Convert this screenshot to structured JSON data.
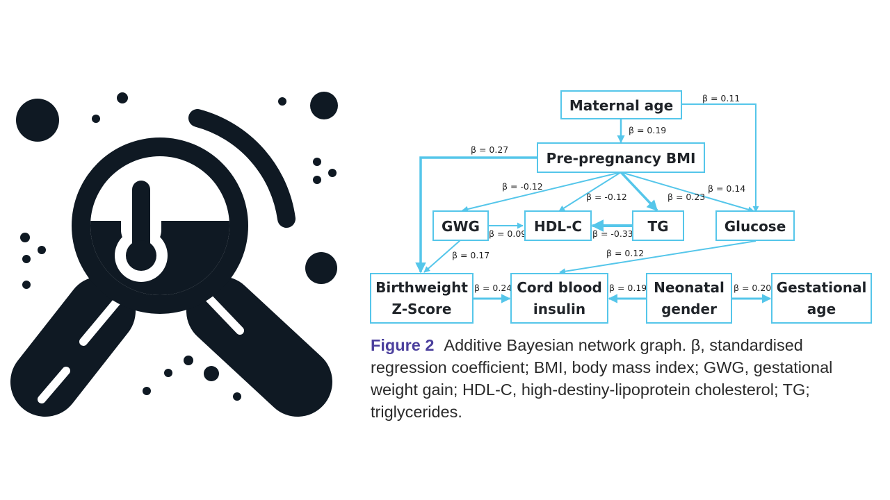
{
  "icon": {
    "name": "magnifier-with-thermometer-icon"
  },
  "colors": {
    "edge": "#55c6ea",
    "node_text": "#1f2328",
    "figure_label": "#4b3f9d",
    "icon": "#0f1923"
  },
  "diagram": {
    "nodes": {
      "maternal_age": [
        "Maternal age"
      ],
      "pre_pregnancy_bmi": [
        "Pre-pregnancy BMI"
      ],
      "gwg": [
        "GWG"
      ],
      "hdl_c": [
        "HDL-C"
      ],
      "tg": [
        "TG"
      ],
      "glucose": [
        "Glucose"
      ],
      "birthweight": [
        "Birthweight",
        "Z-Score"
      ],
      "cord_blood_insulin": [
        "Cord blood",
        "insulin"
      ],
      "neonatal_gender": [
        "Neonatal",
        "gender"
      ],
      "gestational_age": [
        "Gestational",
        "age"
      ]
    },
    "edges": [
      {
        "id": "maternal_age-bmi",
        "from": "Maternal age",
        "to": "Pre-pregnancy BMI",
        "label": "β = 0.19"
      },
      {
        "id": "maternal_age-glucose",
        "from": "Maternal age",
        "to": "Glucose",
        "label": "β = 0.11"
      },
      {
        "id": "bmi-birthweight",
        "from": "Pre-pregnancy BMI",
        "to": "Birthweight Z-Score",
        "label": "β = 0.27"
      },
      {
        "id": "bmi-gwg",
        "from": "Pre-pregnancy BMI",
        "to": "GWG",
        "label": "β = -0.12"
      },
      {
        "id": "bmi-hdl",
        "from": "Pre-pregnancy BMI",
        "to": "HDL-C",
        "label": "β = -0.12"
      },
      {
        "id": "bmi-tg",
        "from": "Pre-pregnancy BMI",
        "to": "TG",
        "label": "β = 0.23"
      },
      {
        "id": "bmi-glucose",
        "from": "Pre-pregnancy BMI",
        "to": "Glucose",
        "label": "β = 0.14"
      },
      {
        "id": "gwg-hdl",
        "from": "GWG",
        "to": "HDL-C",
        "label": "β = 0.09"
      },
      {
        "id": "tg-hdl",
        "from": "TG",
        "to": "HDL-C",
        "label": "β = -0.33"
      },
      {
        "id": "gwg-birthweight",
        "from": "GWG",
        "to": "Birthweight Z-Score",
        "label": "β = 0.17"
      },
      {
        "id": "glucose-insulin",
        "from": "Glucose",
        "to": "Cord blood insulin",
        "label": "β = 0.12"
      },
      {
        "id": "birthweight-insulin",
        "from": "Birthweight Z-Score",
        "to": "Cord blood insulin",
        "label": "β = 0.24"
      },
      {
        "id": "gender-insulin",
        "from": "Neonatal gender",
        "to": "Cord blood insulin",
        "label": "β = 0.19"
      },
      {
        "id": "gender-gestational",
        "from": "Neonatal gender",
        "to": "Gestational age",
        "label": "β = 0.20"
      }
    ]
  },
  "caption": {
    "label": "Figure 2",
    "text": "Additive Bayesian network graph. β, standardised regression coefficient; BMI, body mass index; GWG, gestational weight gain; HDL-C, high-destiny-lipoprotein cholesterol; TG; triglycerides."
  }
}
